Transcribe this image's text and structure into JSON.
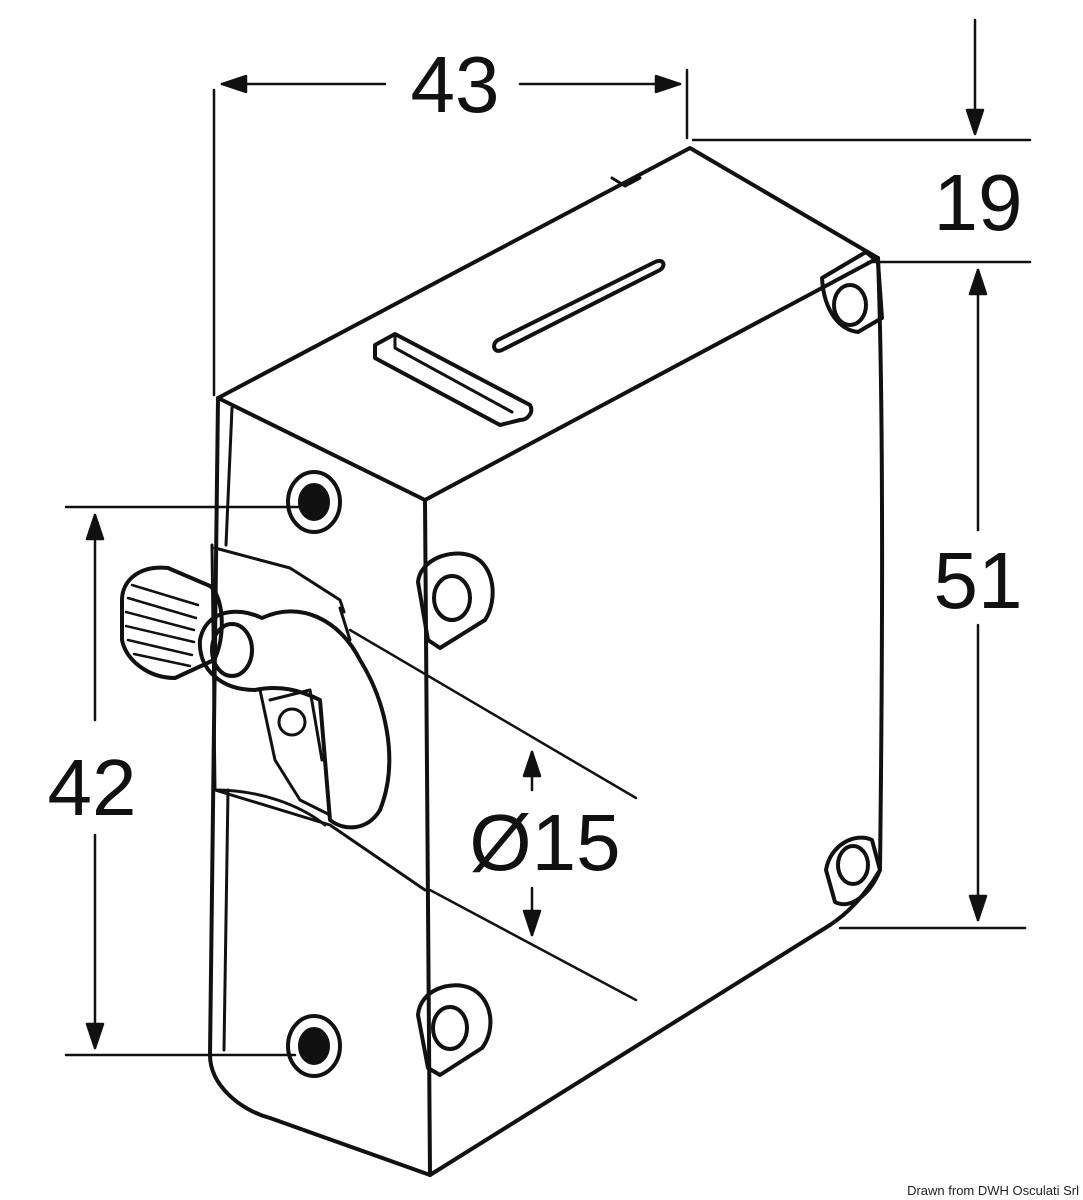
{
  "dimensions": {
    "width": "43",
    "depth": "19",
    "height": "51",
    "mount_spacing": "42",
    "knob_diameter": "Ø15"
  },
  "credit": "Drawn from DWH Osculati Srl",
  "colors": {
    "line": "#111111",
    "background": "#ffffff"
  }
}
